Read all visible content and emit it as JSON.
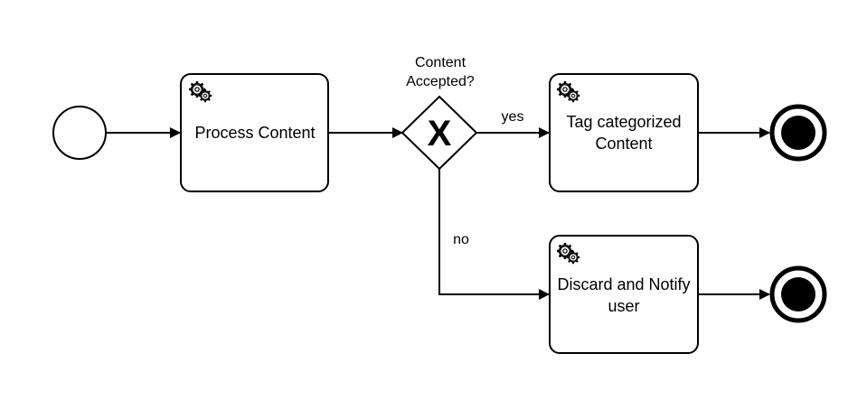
{
  "diagram": {
    "tasks": {
      "process_content": {
        "label": "Process Content"
      },
      "tag_categorized": {
        "label_line1": "Tag categorized",
        "label_line2": "Content"
      },
      "discard_notify": {
        "label_line1": "Discard and Notify",
        "label_line2": "user"
      }
    },
    "gateway": {
      "question_line1": "Content",
      "question_line2": "Accepted?",
      "symbol": "X"
    },
    "flows": {
      "yes_label": "yes",
      "no_label": "no"
    },
    "icons": {
      "task_icon": "gear-icon",
      "start_event": "start-event-circle",
      "end_event": "end-event-circle"
    },
    "colors": {
      "stroke": "#000000",
      "fill": "#ffffff"
    }
  }
}
